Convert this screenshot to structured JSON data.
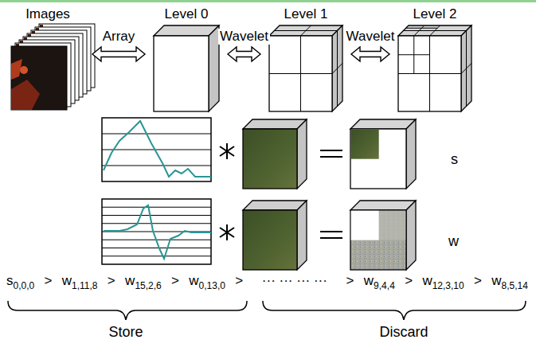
{
  "diagram": {
    "nodes": [
      {
        "text": [
          "Images"
        ]
      },
      {
        "text": [
          "Level 0"
        ]
      },
      {
        "text": [
          "Level 1"
        ]
      },
      {
        "text": [
          "Level 2"
        ]
      }
    ],
    "edges": [
      {
        "from": 0,
        "to": 1,
        "arrow": "both",
        "label": "Array"
      },
      {
        "from": 1,
        "to": 2,
        "arrow": "both",
        "label": "Wavelet"
      },
      {
        "from": 2,
        "to": 3,
        "arrow": "both",
        "label": "Wavelet"
      }
    ],
    "labels": [
      "s",
      "w",
      "s",
      "0,0,0",
      ">",
      "w",
      "1,11,8",
      ">",
      "w",
      "15,2,6",
      ">",
      "w",
      "0,13,0",
      ">",
      "··· ··· ··· ···",
      ">",
      "w",
      "9,4,4",
      ">",
      "w",
      "12,3,10",
      ">",
      "w",
      "8,5,14",
      "Store",
      "Discard"
    ]
  }
}
